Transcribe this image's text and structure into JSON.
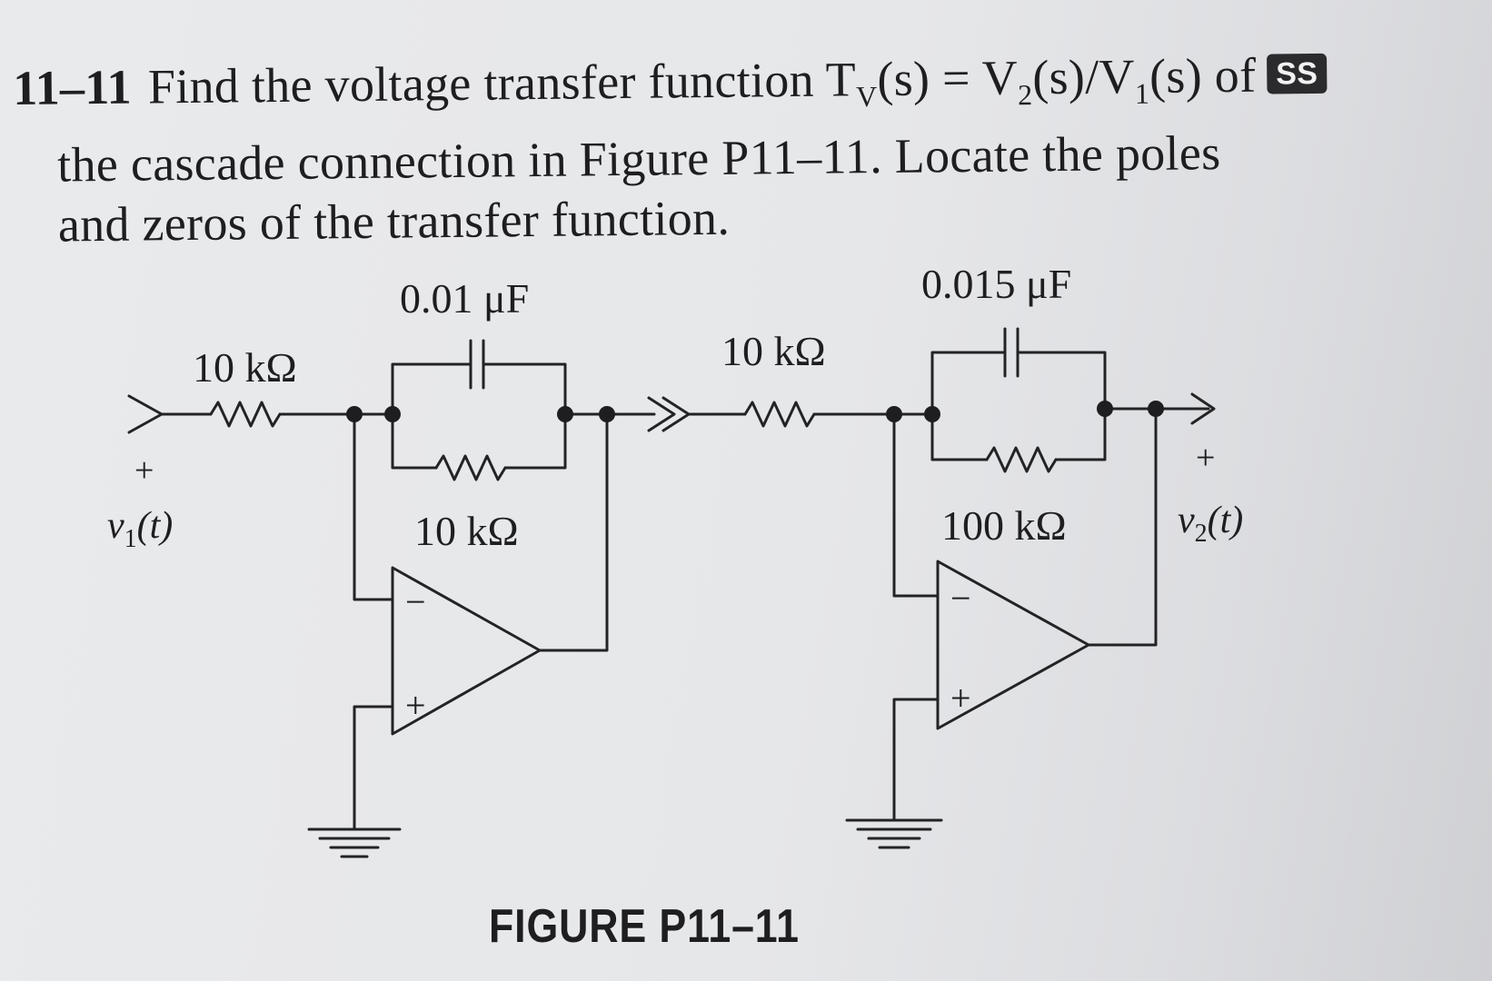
{
  "problem": {
    "number": "11–11",
    "line1": "Find the voltage transfer function T",
    "line1_sub": "V",
    "line1_rest": "(s) = V",
    "line1_sub2": "2",
    "line1_rest2": "(s)/V",
    "line1_sub3": "1",
    "line1_rest3": "(s) of",
    "badge": "SS",
    "line2": "the cascade connection in Figure P11–11. Locate the poles",
    "line3": "and zeros of the transfer function."
  },
  "circuit": {
    "input_resistor": "10 kΩ",
    "c1": "0.01 μF",
    "r_feedback1": "10 kΩ",
    "r_interstage": "10 kΩ",
    "c2": "0.015 μF",
    "r_feedback2": "100 kΩ",
    "plus": "+",
    "minus": "−",
    "v1": "v",
    "v1_sub": "1",
    "v1_rest": "(t)",
    "v2": "v",
    "v2_sub": "2",
    "v2_rest": "(t)"
  },
  "caption": "FIGURE P11–11"
}
